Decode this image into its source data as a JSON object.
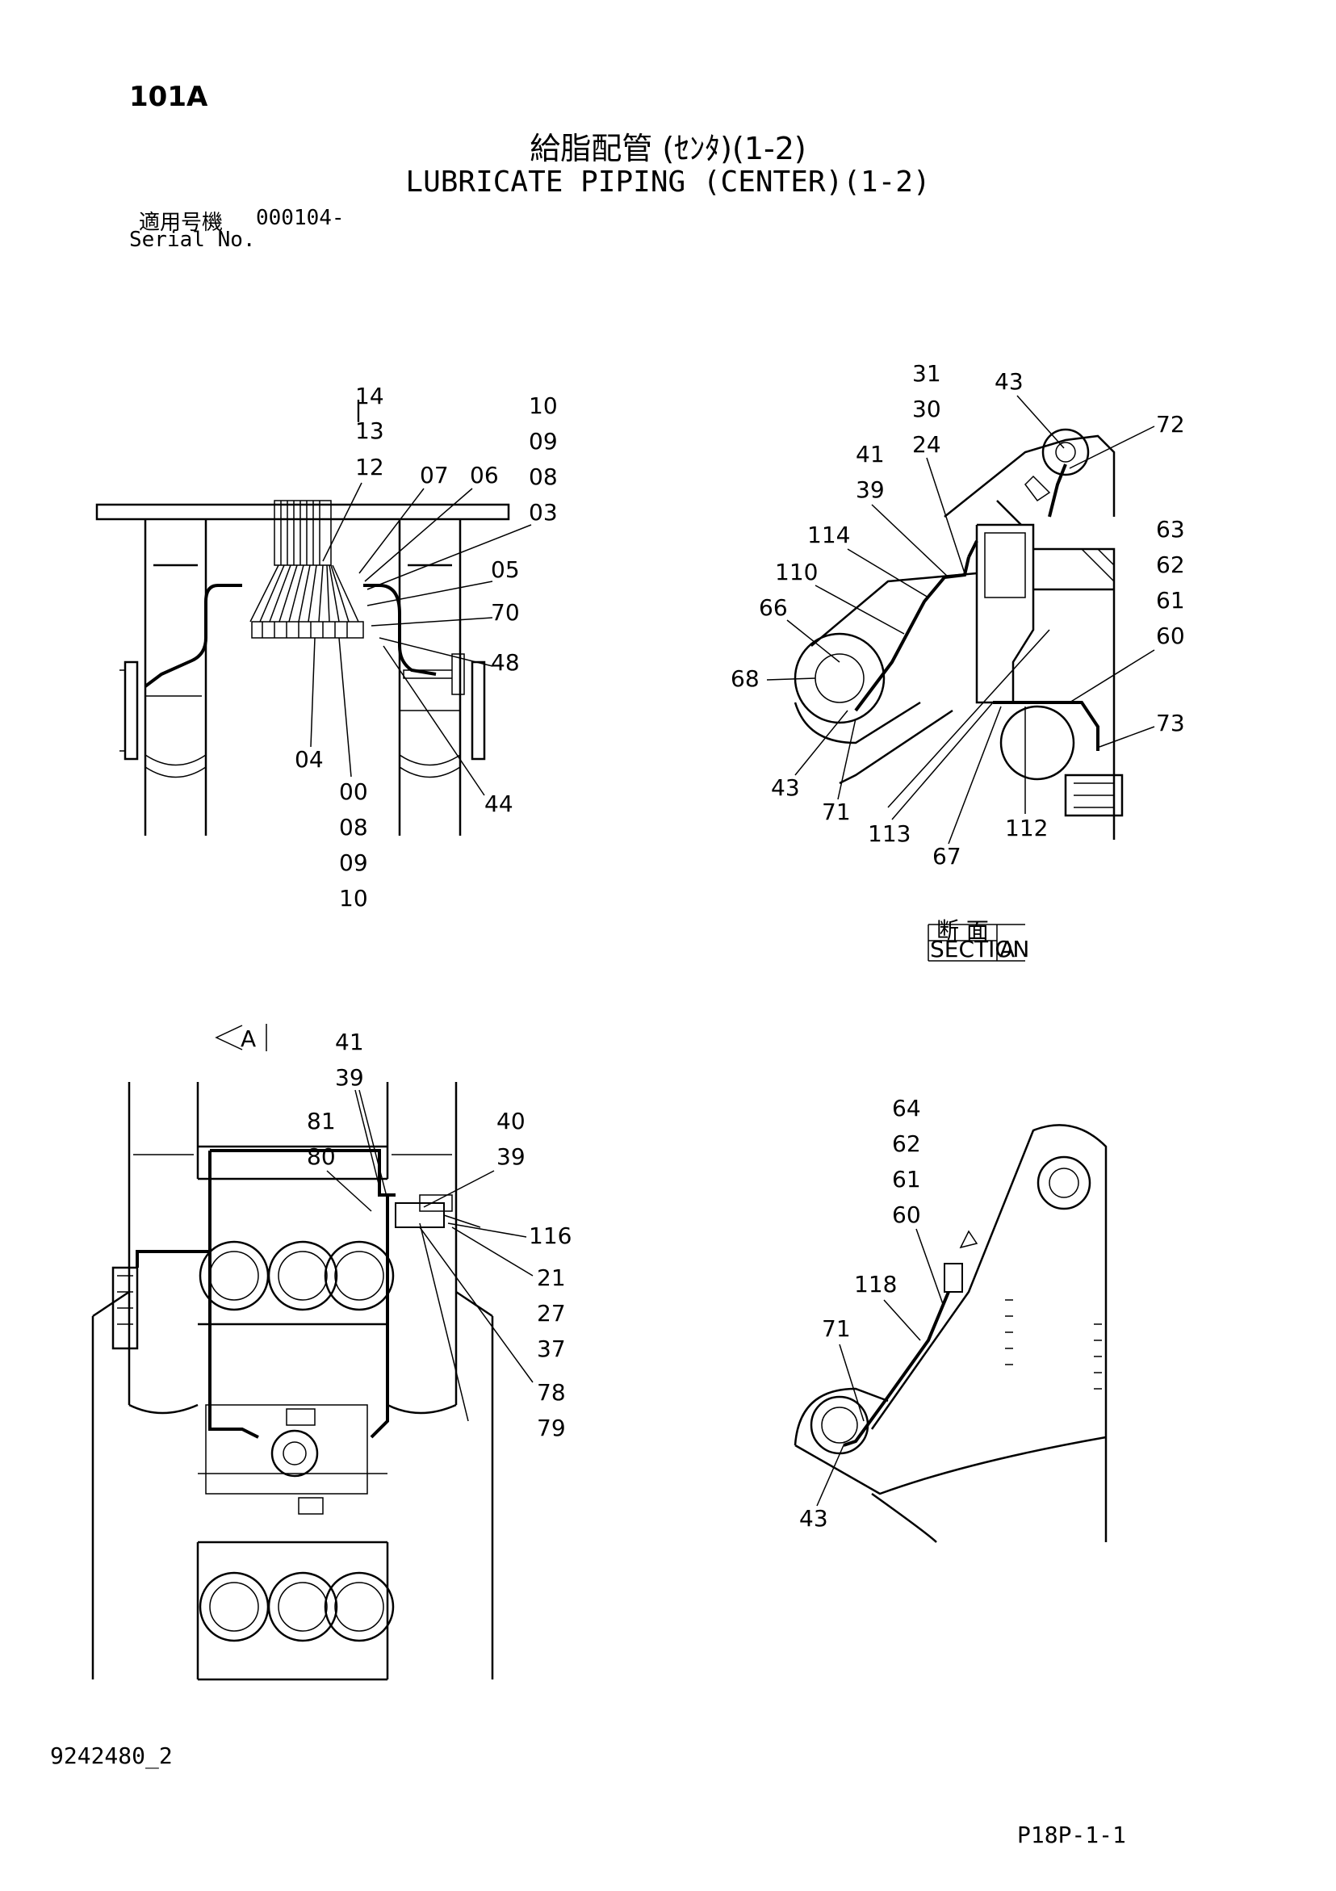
{
  "header": {
    "page_code": "101A",
    "title_jp": "給脂配管 (ｾﾝﾀ)(1-2)",
    "title_en": "LUBRICATE PIPING (CENTER)(1-2)",
    "serial_label_jp": "適用号機",
    "serial_value": "000104-",
    "serial_label_en": "Serial No."
  },
  "section_box": {
    "jp": "断 面",
    "en": "SECTION",
    "letter": "A"
  },
  "view_marker": {
    "letter": "A"
  },
  "footer": {
    "doc_number": "9242480_2",
    "page_ref": "P18P-1-1"
  },
  "callouts": {
    "view1": {
      "stack_top": [
        "14",
        "13",
        "12"
      ],
      "n07": "07",
      "n06": "06",
      "stack_right": [
        "10",
        "09",
        "08",
        "03"
      ],
      "n05": "05",
      "n70": "70",
      "n48": "48",
      "n04": "04",
      "stack_bottom": [
        "00",
        "08",
        "09",
        "10"
      ],
      "n44": "44"
    },
    "view2": {
      "stack_a": [
        "31",
        "30",
        "24"
      ],
      "n43_top": "43",
      "n72": "72",
      "stack_b": [
        "41",
        "39"
      ],
      "n114": "114",
      "n110": "110",
      "n66": "66",
      "n68": "68",
      "stack_c": [
        "63",
        "62",
        "61",
        "60"
      ],
      "n73": "73",
      "n43_bottom": "43",
      "n71": "71",
      "n113": "113",
      "n67": "67",
      "n112": "112"
    },
    "view3": {
      "stack_a": [
        "41",
        "39"
      ],
      "stack_b": [
        "81",
        "80"
      ],
      "stack_c": [
        "40",
        "39"
      ],
      "n116": "116",
      "stack_d": [
        "21",
        "27",
        "37"
      ],
      "stack_e": [
        "78",
        "79"
      ]
    },
    "view4": {
      "stack_a": [
        "64",
        "62",
        "61",
        "60"
      ],
      "n118": "118",
      "n71": "71",
      "n43": "43"
    }
  }
}
